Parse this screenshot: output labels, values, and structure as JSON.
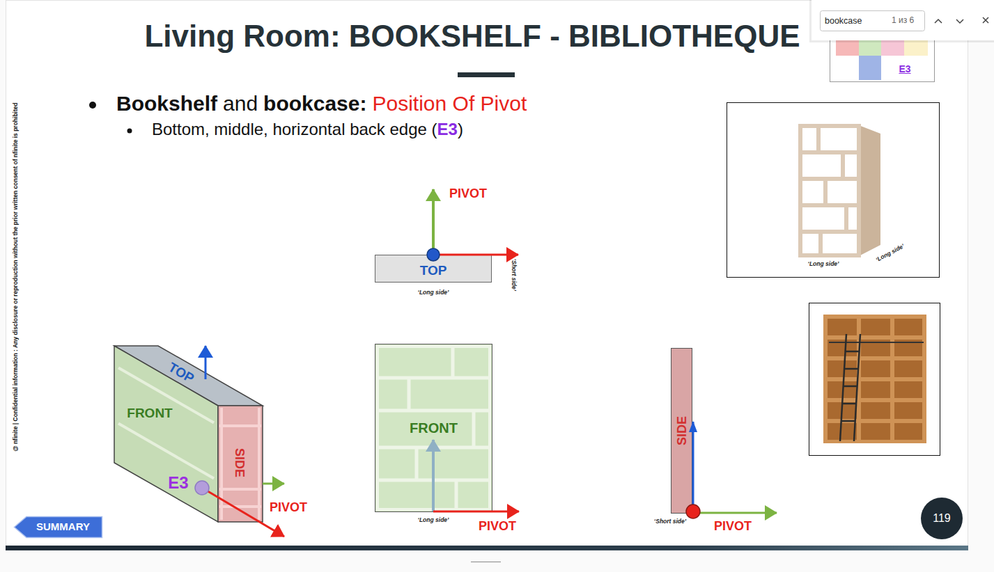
{
  "diagram": {
    "title": "Living Room: BOOKSHELF - BIBLIOTHEQUE",
    "nodes": [
      {
        "text": [
          "TOP"
        ]
      },
      {
        "text": [
          "FRONT"
        ]
      },
      {
        "text": [
          "SIDE"
        ]
      },
      {
        "text": [
          "SUMMARY"
        ]
      },
      {
        "text": [
          "119"
        ]
      }
    ],
    "labels": [
      "bookcase",
      "1 из 6",
      "E3",
      "Bookshelf",
      "and",
      "bookcase:",
      "Position Of Pivot",
      "Bottom, middle, horizontal back edge (",
      "E3",
      ")",
      "PIVOT",
      "‘Long side’",
      "‘Short side’",
      "‘Long side’",
      "‘Long side’",
      "TOP",
      "FRONT",
      "SIDE",
      "E3",
      "PIVOT",
      "‘Long side’",
      "PIVOT",
      "‘Short side’",
      "PIVOT",
      "@ nfinite | Confidential information : Any disclosure or reproduction without the prior written consent of nfinite is prohibited"
    ]
  }
}
